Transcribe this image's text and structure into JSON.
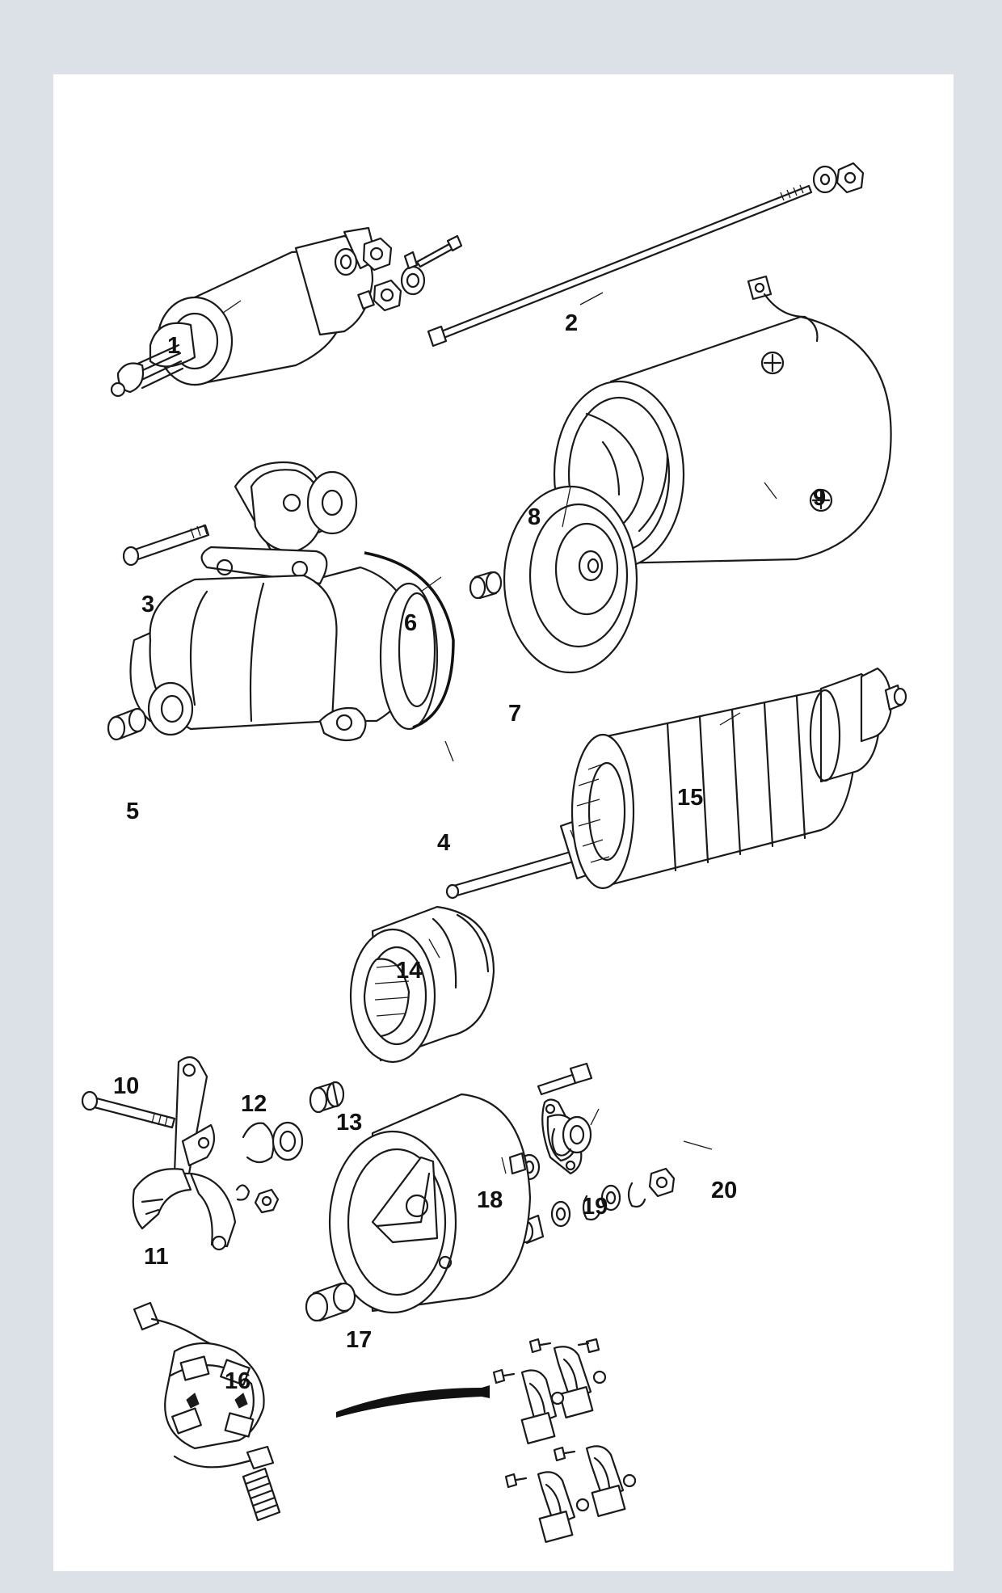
{
  "colors": {
    "page_background": "#dce1e8",
    "panel_background": "#ffffff",
    "ink": "#1a1a1a"
  },
  "parts": [
    {
      "number": "1",
      "icon": "solenoid"
    },
    {
      "number": "2",
      "icon": "through-bolt"
    },
    {
      "number": "3",
      "icon": "bolt"
    },
    {
      "number": "4",
      "icon": "drive-end-housing"
    },
    {
      "number": "5",
      "icon": "bush"
    },
    {
      "number": "6",
      "icon": "seal-ring"
    },
    {
      "number": "7",
      "icon": "bush"
    },
    {
      "number": "8",
      "icon": "intermediate-plate"
    },
    {
      "number": "9",
      "icon": "field-yoke"
    },
    {
      "number": "10",
      "icon": "pivot-bolt"
    },
    {
      "number": "11",
      "icon": "engagement-lever"
    },
    {
      "number": "12",
      "icon": "circlip-and-collar"
    },
    {
      "number": "13",
      "icon": "thrust-ring"
    },
    {
      "number": "14",
      "icon": "drive-pinion"
    },
    {
      "number": "15",
      "icon": "armature"
    },
    {
      "number": "16",
      "icon": "brush-holder"
    },
    {
      "number": "17",
      "icon": "bush"
    },
    {
      "number": "18",
      "icon": "commutator-end-cover"
    },
    {
      "number": "19",
      "icon": "shim-washers"
    },
    {
      "number": "20",
      "icon": "end-cap"
    }
  ]
}
